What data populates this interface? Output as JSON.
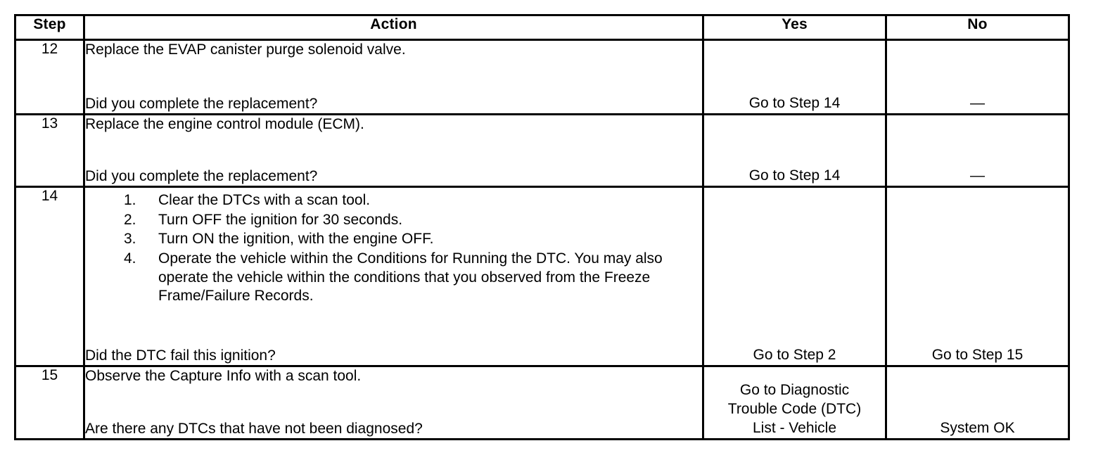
{
  "table": {
    "headers": {
      "step": "Step",
      "action": "Action",
      "yes": "Yes",
      "no": "No"
    },
    "rows": [
      {
        "step": "12",
        "action_lead": "Replace the EVAP canister purge solenoid valve.",
        "action_question": "Did you complete the replacement?",
        "yes": [
          "Go to Step 14"
        ],
        "no": [
          "—"
        ]
      },
      {
        "step": "13",
        "action_lead": "Replace the engine control module (ECM).",
        "action_question": "Did you complete the replacement?",
        "yes": [
          "Go to Step 14"
        ],
        "no": [
          "—"
        ]
      },
      {
        "step": "14",
        "action_list": [
          {
            "num": "1.",
            "text": "Clear the DTCs with a scan tool."
          },
          {
            "num": "2.",
            "text": "Turn OFF the ignition for 30 seconds."
          },
          {
            "num": "3.",
            "text": "Turn ON the ignition, with the engine OFF."
          },
          {
            "num": "4.",
            "text": "Operate the vehicle within the Conditions for Running the DTC. You may also operate the vehicle within the conditions that you observed from the Freeze Frame/Failure Records."
          }
        ],
        "action_question": "Did the DTC fail this ignition?",
        "yes": [
          "Go to Step 2"
        ],
        "no": [
          "Go to Step 15"
        ]
      },
      {
        "step": "15",
        "action_lead": "Observe the Capture Info with a scan tool.",
        "action_question": "Are there any DTCs that have not been diagnosed?",
        "yes": [
          "Go to Diagnostic",
          "Trouble Code (DTC)",
          "List - Vehicle"
        ],
        "no": [
          "System OK"
        ]
      }
    ]
  },
  "colors": {
    "border": "#000000",
    "text": "#000000",
    "background": "#ffffff"
  }
}
